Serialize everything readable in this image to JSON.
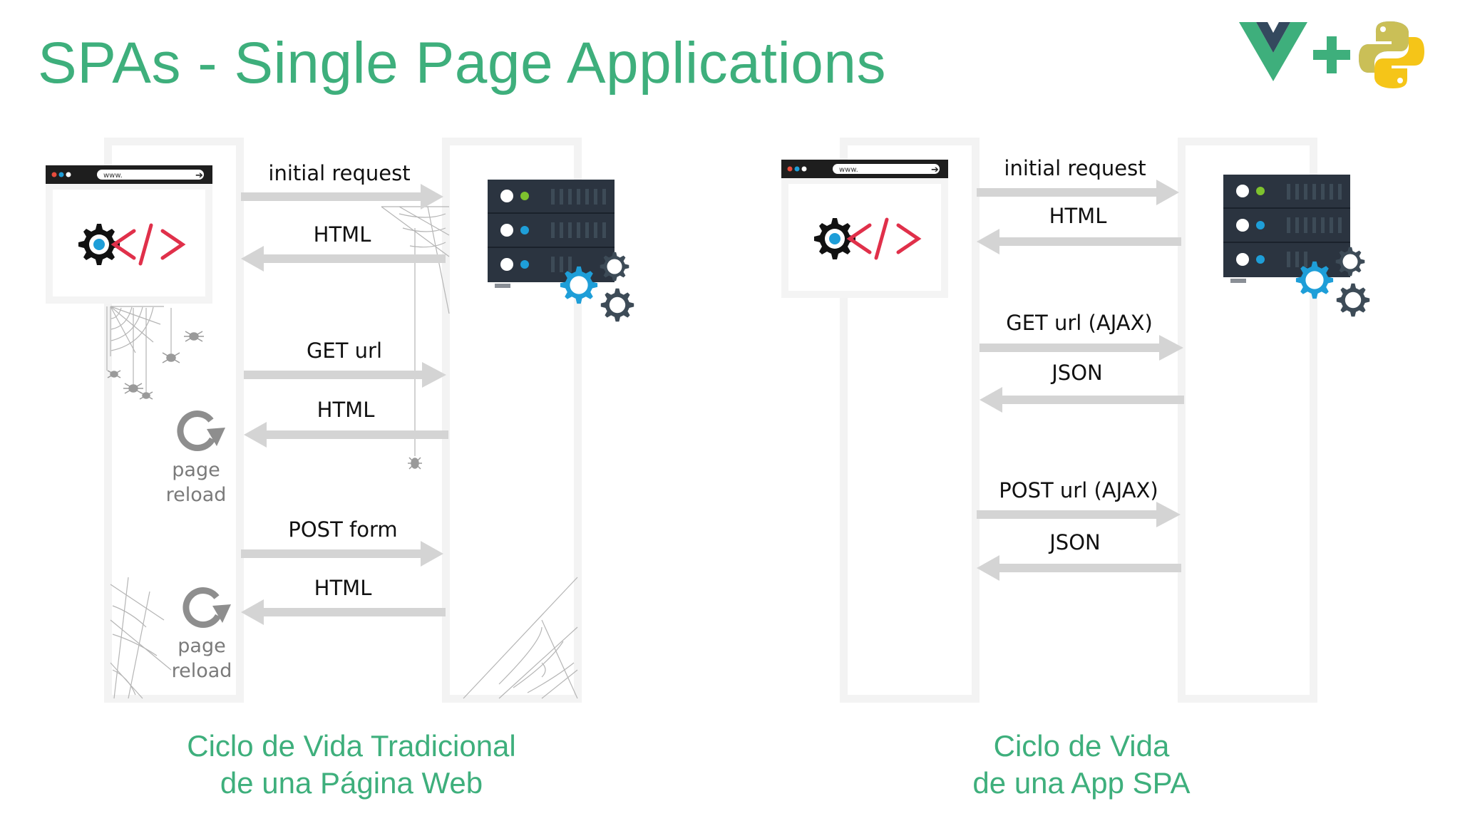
{
  "title": "SPAs - Single Page Applications",
  "logos": {
    "vue": "vue-logo",
    "plus": "+",
    "python": "python-logo"
  },
  "colors": {
    "accent": "#3eaf7c",
    "arrow": "#d2d2d2",
    "column": "#f1f1f1",
    "server": "#2b3440",
    "gear_blue": "#1e9ed8",
    "gear_dark": "#3d4b57"
  },
  "browser": {
    "url": "www."
  },
  "traditional": {
    "messages": [
      {
        "label": "initial request",
        "direction": "to-server"
      },
      {
        "label": "HTML",
        "direction": "to-client"
      },
      {
        "label": "GET url",
        "direction": "to-server"
      },
      {
        "label": "HTML",
        "direction": "to-client"
      },
      {
        "label": "POST form",
        "direction": "to-server"
      },
      {
        "label": "HTML",
        "direction": "to-client"
      }
    ],
    "reload_1": {
      "line1": "page",
      "line2": "reload"
    },
    "reload_2": {
      "line1": "page",
      "line2": "reload"
    },
    "caption": {
      "line1": "Ciclo de Vida Tradicional",
      "line2": "de una Página Web"
    }
  },
  "spa": {
    "messages": [
      {
        "label": "initial request",
        "direction": "to-server"
      },
      {
        "label": "HTML",
        "direction": "to-client"
      },
      {
        "label": "GET url (AJAX)",
        "direction": "to-server"
      },
      {
        "label": "JSON",
        "direction": "to-client"
      },
      {
        "label": "POST url (AJAX)",
        "direction": "to-server"
      },
      {
        "label": "JSON",
        "direction": "to-client"
      }
    ],
    "caption": {
      "line1": "Ciclo de Vida",
      "line2": "de una App SPA"
    }
  }
}
